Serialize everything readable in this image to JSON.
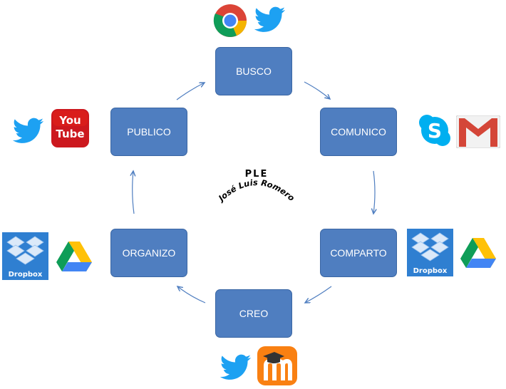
{
  "diagram": {
    "title": "PLE",
    "author": "José Luis Romero",
    "nodes": {
      "busco": "BUSCO",
      "comunico": "COMUNICO",
      "comparto": "COMPARTO",
      "creo": "CREO",
      "organizo": "ORGANIZO",
      "publico": "PUBLICO"
    }
  },
  "icons": {
    "youtube": {
      "line1": "You",
      "line2": "Tube"
    },
    "dropbox": "Dropbox"
  },
  "colors": {
    "node_fill": "#4f7ec0",
    "arrow": "#4f7ec0",
    "twitter": "#1da1f2",
    "youtube": "#cc181e",
    "skype": "#00aff0",
    "gmail": "#d44638",
    "dropbox": "#2f7fd1",
    "moodle": "#f98012"
  }
}
